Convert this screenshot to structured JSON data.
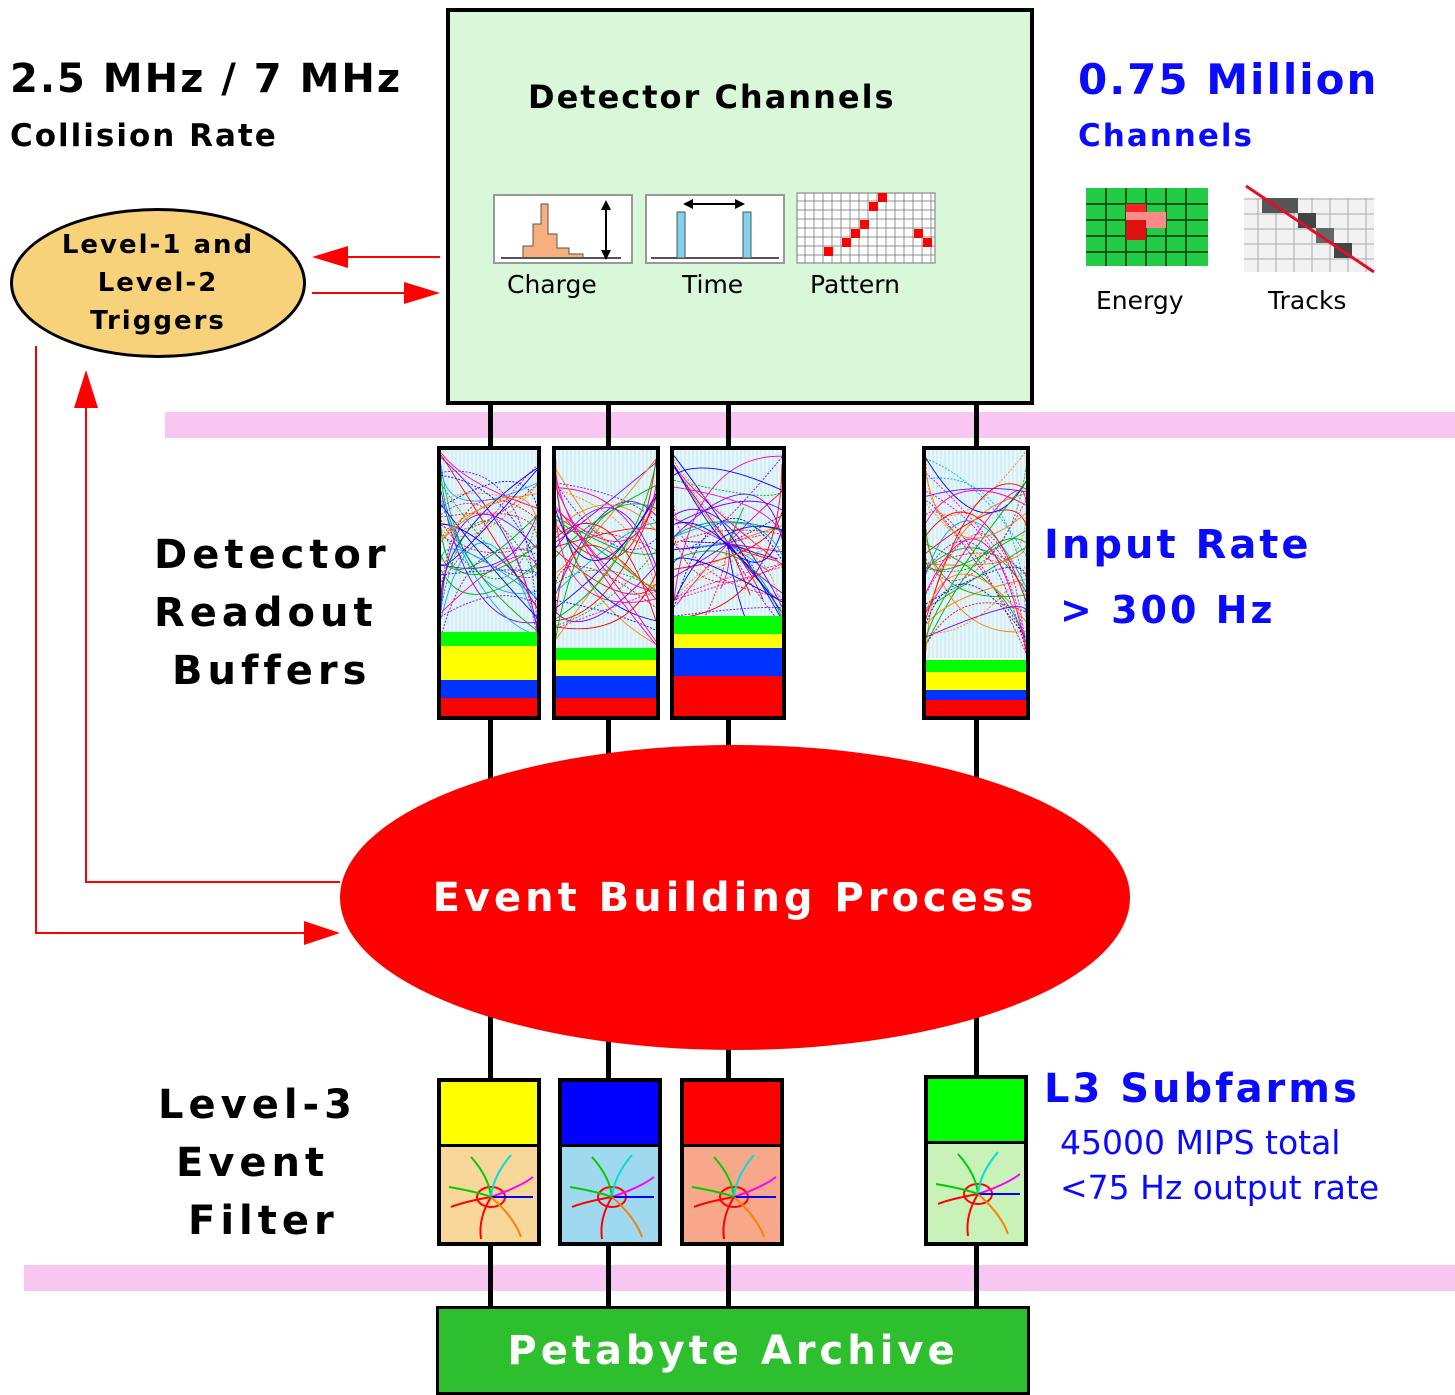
{
  "collision": {
    "rate": "2.5 MHz / 7 MHz",
    "label": "Collision Rate"
  },
  "triggers": {
    "line1": "Level-1 and",
    "line2": "Level-2",
    "line3": "Triggers"
  },
  "detector_channels": {
    "title": "Detector Channels",
    "icons": [
      {
        "label": "Charge",
        "icon": "charge-histogram-icon"
      },
      {
        "label": "Time",
        "icon": "time-pulse-icon"
      },
      {
        "label": "Pattern",
        "icon": "pattern-grid-icon"
      }
    ]
  },
  "channels_info": {
    "count": "0.75 Million",
    "label": "Channels",
    "icons": [
      {
        "label": "Energy",
        "icon": "energy-grid-icon"
      },
      {
        "label": "Tracks",
        "icon": "tracks-grid-icon"
      }
    ]
  },
  "readout": {
    "line1": "Detector",
    "line2": "Readout",
    "line3": "Buffers"
  },
  "input_rate": {
    "label": "Input Rate",
    "value": "> 300 Hz"
  },
  "event_building": {
    "label": "Event Building Process"
  },
  "level3": {
    "line1": "Level-3",
    "line2": "Event",
    "line3": "Filter"
  },
  "subfarms": {
    "title": "L3 Subfarms",
    "mips": "45000 MIPS total",
    "output": "<75 Hz output rate"
  },
  "archive": {
    "label": "Petabyte Archive"
  },
  "colors": {
    "detector_box": "#d9f7d9",
    "trigger_oval": "#f8d27a",
    "event_oval": "#ff0000",
    "archive": "#2dbf2d",
    "arrow": "#ff0000",
    "band": "#f7c6f1",
    "text_blue": "#0a0aff"
  },
  "buffer_fills": [
    [
      "#00ff00",
      "#ffff00",
      "#0033ff",
      "#ff0000"
    ],
    [
      "#00ff00",
      "#ffff00",
      "#0033ff",
      "#ff0000"
    ],
    [
      "#00ff00",
      "#ffff00",
      "#0033ff",
      "#ff0000"
    ],
    [
      "#00ff00",
      "#ffff00",
      "#0033ff",
      "#ff0000"
    ]
  ],
  "subfarm_colors": [
    {
      "top": "#ffff00",
      "bottom": "#f8d79a"
    },
    {
      "top": "#0000ff",
      "bottom": "#9fd9f0"
    },
    {
      "top": "#ff0000",
      "bottom": "#f7a88a"
    },
    {
      "top": "#00ff00",
      "bottom": "#c8f2b8"
    }
  ]
}
